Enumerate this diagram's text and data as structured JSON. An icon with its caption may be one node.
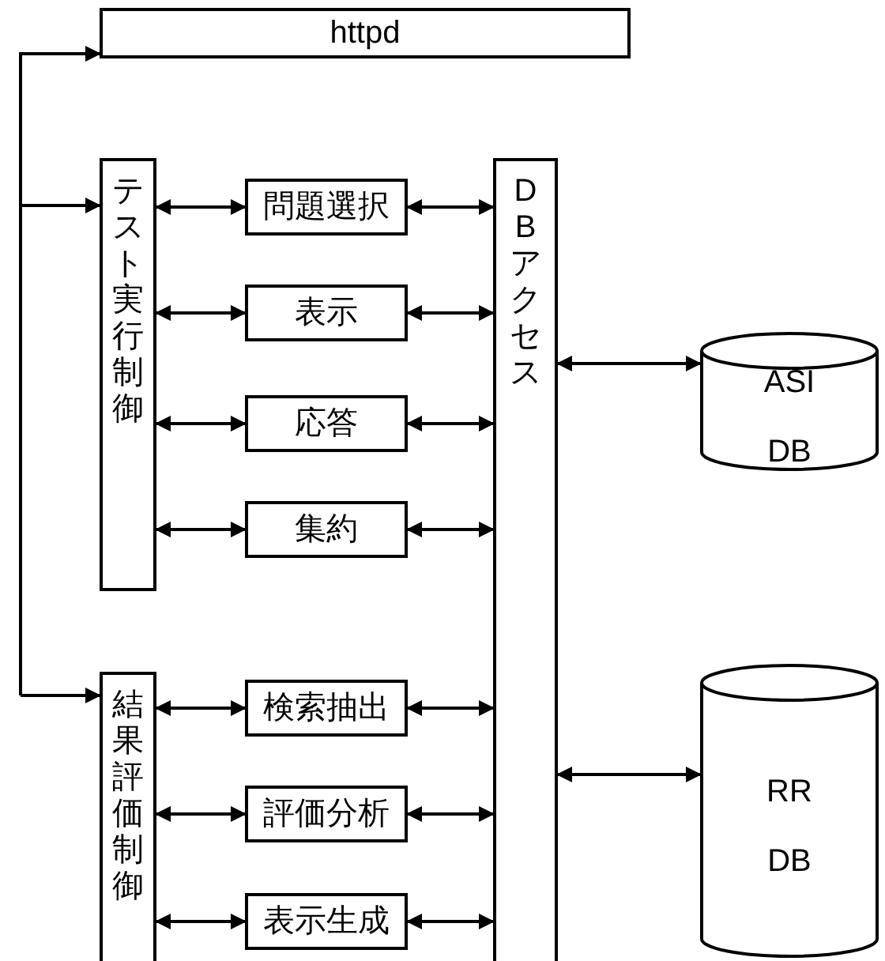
{
  "diagram": {
    "nodes": [
      {
        "text": [
          "httpd"
        ]
      },
      {
        "text": [
          "テスト実行制御"
        ]
      },
      {
        "text": [
          "結果評価制御"
        ]
      },
      {
        "text": [
          "問題選択"
        ]
      },
      {
        "text": [
          "表示"
        ]
      },
      {
        "text": [
          "応答"
        ]
      },
      {
        "text": [
          "集約"
        ]
      },
      {
        "text": [
          "検索抽出"
        ]
      },
      {
        "text": [
          "評価分析"
        ]
      },
      {
        "text": [
          "表示生成"
        ]
      },
      {
        "text": [
          "DBアクセス"
        ]
      },
      {
        "text": [
          "ASI DB"
        ]
      },
      {
        "text": [
          "RR DB"
        ]
      }
    ],
    "edges": [
      {
        "from": null,
        "to": 0,
        "arrow": "to"
      },
      {
        "from": null,
        "to": 1,
        "arrow": "to"
      },
      {
        "from": null,
        "to": 2,
        "arrow": "to"
      },
      {
        "from": 1,
        "to": 3,
        "arrow": "both"
      },
      {
        "from": 1,
        "to": 4,
        "arrow": "both"
      },
      {
        "from": 1,
        "to": 5,
        "arrow": "both"
      },
      {
        "from": 1,
        "to": 6,
        "arrow": "both"
      },
      {
        "from": 3,
        "to": 10,
        "arrow": "both"
      },
      {
        "from": 4,
        "to": 10,
        "arrow": "both"
      },
      {
        "from": 5,
        "to": 10,
        "arrow": "both"
      },
      {
        "from": 6,
        "to": 10,
        "arrow": "both"
      },
      {
        "from": 2,
        "to": 7,
        "arrow": "both"
      },
      {
        "from": 2,
        "to": 8,
        "arrow": "both"
      },
      {
        "from": 2,
        "to": 9,
        "arrow": "both"
      },
      {
        "from": 7,
        "to": 10,
        "arrow": "both"
      },
      {
        "from": 8,
        "to": 10,
        "arrow": "both"
      },
      {
        "from": 9,
        "to": 10,
        "arrow": "both"
      },
      {
        "from": 10,
        "to": 11,
        "arrow": "both"
      },
      {
        "from": 10,
        "to": 12,
        "arrow": "both"
      }
    ]
  }
}
